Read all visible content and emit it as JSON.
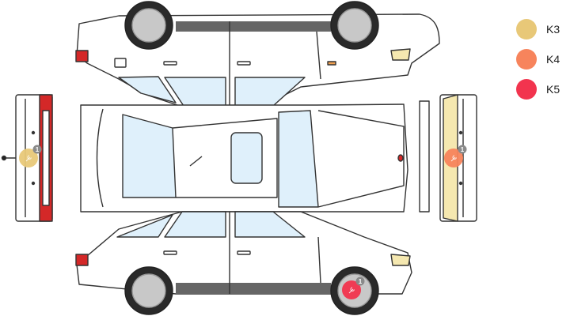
{
  "legend": [
    {
      "label": "K3",
      "color": "#e8c878"
    },
    {
      "label": "K4",
      "color": "#f7845c"
    },
    {
      "label": "K5",
      "color": "#f2344e"
    }
  ],
  "markers": [
    {
      "id": "marker-k3-rear",
      "legend": "K3",
      "view": "rear-view",
      "count": "1",
      "icon": "wrench-icon"
    },
    {
      "id": "marker-k4-front",
      "legend": "K4",
      "view": "front-view",
      "count": "1",
      "icon": "wrench-icon"
    },
    {
      "id": "marker-k5-wheel",
      "legend": "K5",
      "view": "right-side-rear-wheel",
      "count": "1",
      "icon": "wrench-icon"
    }
  ],
  "colors": {
    "body": "#ffffff",
    "outline": "#333333",
    "glass": "#dff0fb",
    "trim": "#666666",
    "tire": "#2a2a2a",
    "hub": "#c8c8c8",
    "taillight": "#d42828",
    "indicator": "#f0a050",
    "headlight": "#f5e8b0",
    "badge": "#8a8a8a"
  }
}
